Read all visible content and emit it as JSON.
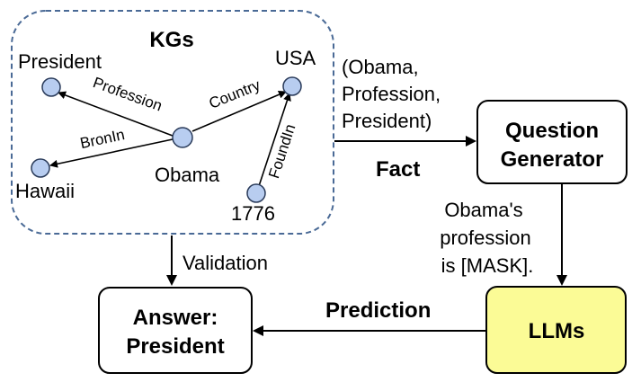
{
  "kg": {
    "title": "KGs",
    "nodes": {
      "president": "President",
      "usa": "USA",
      "obama": "Obama",
      "hawaii": "Hawaii",
      "year": "1776"
    },
    "edges": {
      "profession": "Profession",
      "country": "Country",
      "bornin": "BronIn",
      "foundin": "FoundIn"
    }
  },
  "fact": {
    "tuple_lines": [
      "(Obama,",
      "Profession,",
      "President)"
    ],
    "label": "Fact"
  },
  "question_generator": {
    "lines": [
      "Question",
      "Generator"
    ]
  },
  "question": {
    "lines": [
      "Obama's",
      "profession",
      "is [MASK]."
    ]
  },
  "llms": {
    "label": "LLMs",
    "fill": "#fbfb96"
  },
  "prediction_label": "Prediction",
  "validation_label": "Validation",
  "answer": {
    "lines": [
      "Answer:",
      "President"
    ]
  },
  "colors": {
    "kg_border": "#4a6a96",
    "node_fill": "#b8cdf0",
    "node_stroke": "#2a3b5a"
  }
}
